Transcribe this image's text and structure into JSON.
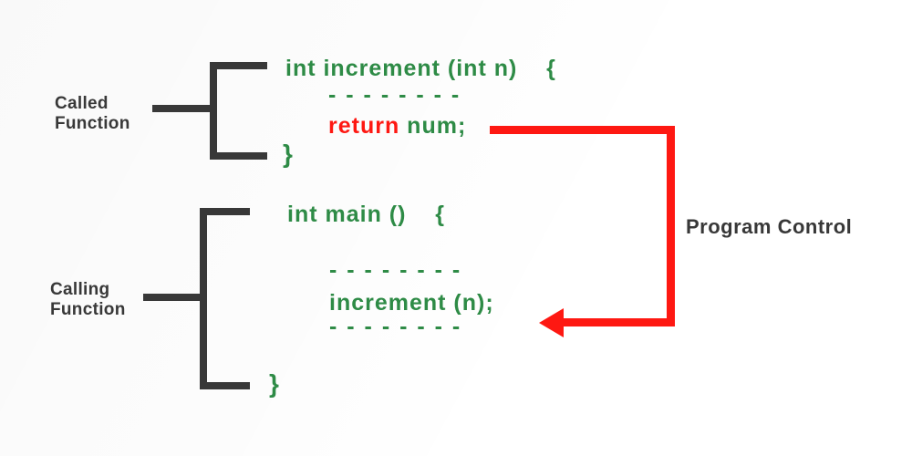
{
  "colors": {
    "green": "#2e8b46",
    "red": "#fe1812",
    "dark": "#383838"
  },
  "called_function": {
    "label_line1": "Called",
    "label_line2": "Function",
    "code": {
      "signature": "int increment (int n)    {",
      "dashes": "- - - - - - - -",
      "return_keyword": "return",
      "return_rest": " num;",
      "closing_brace": "}"
    }
  },
  "calling_function": {
    "label_line1": "Calling",
    "label_line2": "Function",
    "code": {
      "signature": "int main ()    {",
      "dashes_top": "- - - - - - - -",
      "call_statement": "increment (n);",
      "dashes_bottom": "- - - - - - - -",
      "closing_brace": "}"
    }
  },
  "arrow": {
    "label": "Program Control"
  }
}
